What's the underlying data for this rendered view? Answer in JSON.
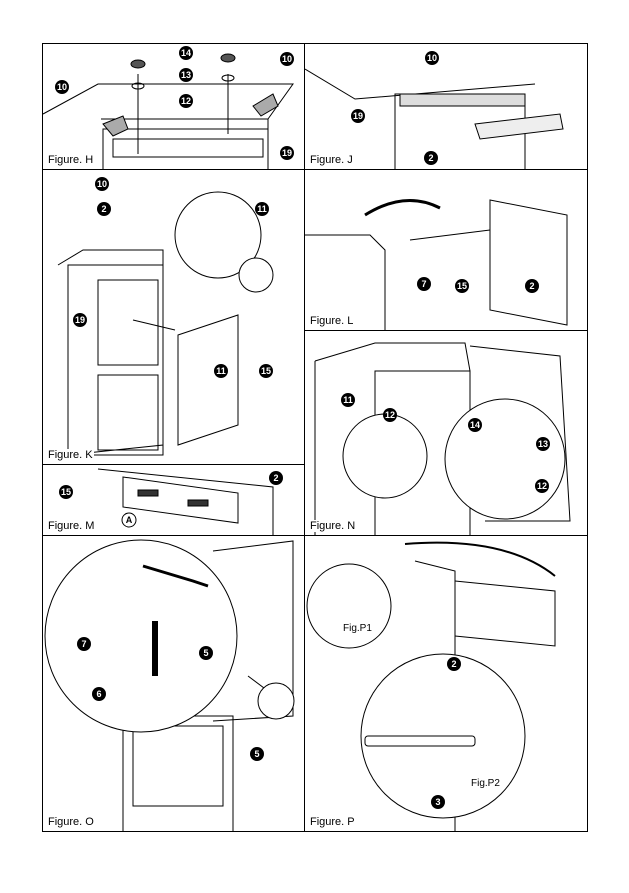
{
  "figures": {
    "H": {
      "caption": "Figure. H",
      "callouts": [
        "14",
        "13",
        "12",
        "10",
        "10",
        "19"
      ]
    },
    "J": {
      "caption": "Figure. J",
      "callouts": [
        "10",
        "19",
        "2"
      ]
    },
    "K": {
      "caption": "Figure. K",
      "callouts": [
        "10",
        "2",
        "11",
        "19",
        "11",
        "15"
      ]
    },
    "L": {
      "caption": "Figure. L",
      "callouts": [
        "7",
        "15",
        "2"
      ]
    },
    "M": {
      "caption": "Figure. M",
      "callouts": [
        "15",
        "2",
        "A"
      ]
    },
    "N": {
      "caption": "Figure. N",
      "callouts": [
        "11",
        "12",
        "14",
        "13",
        "12"
      ]
    },
    "O": {
      "caption": "Figure. O",
      "callouts": [
        "7",
        "5",
        "6",
        "5"
      ]
    },
    "P": {
      "caption": "Figure. P",
      "sub_labels": [
        "Fig.P1",
        "Fig.P2"
      ],
      "callouts": [
        "2",
        "3"
      ]
    }
  }
}
